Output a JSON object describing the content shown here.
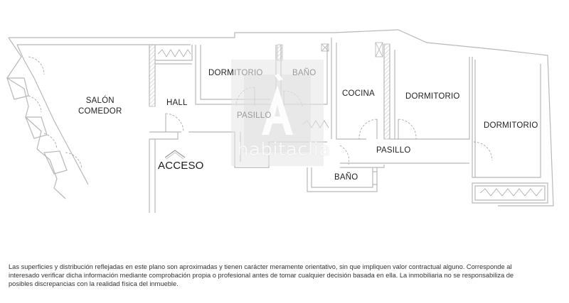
{
  "floor_plan": {
    "rooms": {
      "salon_comedor": {
        "line1": "SALÓN",
        "line2": "COMEDOR"
      },
      "hall": "HALL",
      "acceso": "ACCESO",
      "dormitorio_1": {
        "dark": "DORM",
        "faded": "ITORIO"
      },
      "bano_1": "BAÑO",
      "pasillo_1": "PASILLO",
      "cocina": "COCINA",
      "dormitorio_2": "DORMITORIO",
      "dormitorio_3": "DORMITORIO",
      "pasillo_2": "PASILLO",
      "bano_2": "BAÑO"
    },
    "watermark": {
      "letter": "Á",
      "brand": "habitaclia"
    },
    "colors": {
      "wall": "#b8b8b8",
      "hatch": "#c4c4c4",
      "watermark_bg": "#e6e6e6",
      "text": "#222222"
    }
  },
  "disclaimer": {
    "line1": "Las superficies y distribución reflejadas en este plano son aproximadas y tienen carácter meramente orientativo, sin que impliquen valor contractual alguno. Corresponde al",
    "line2": "interesado verificar dicha información mediante comprobación propia o profesional antes de tomar cualquier decisión basada en ella. La inmobiliaria no se responsabiliza de",
    "line3": "posibles discrepancias con la realidad física del inmueble."
  }
}
